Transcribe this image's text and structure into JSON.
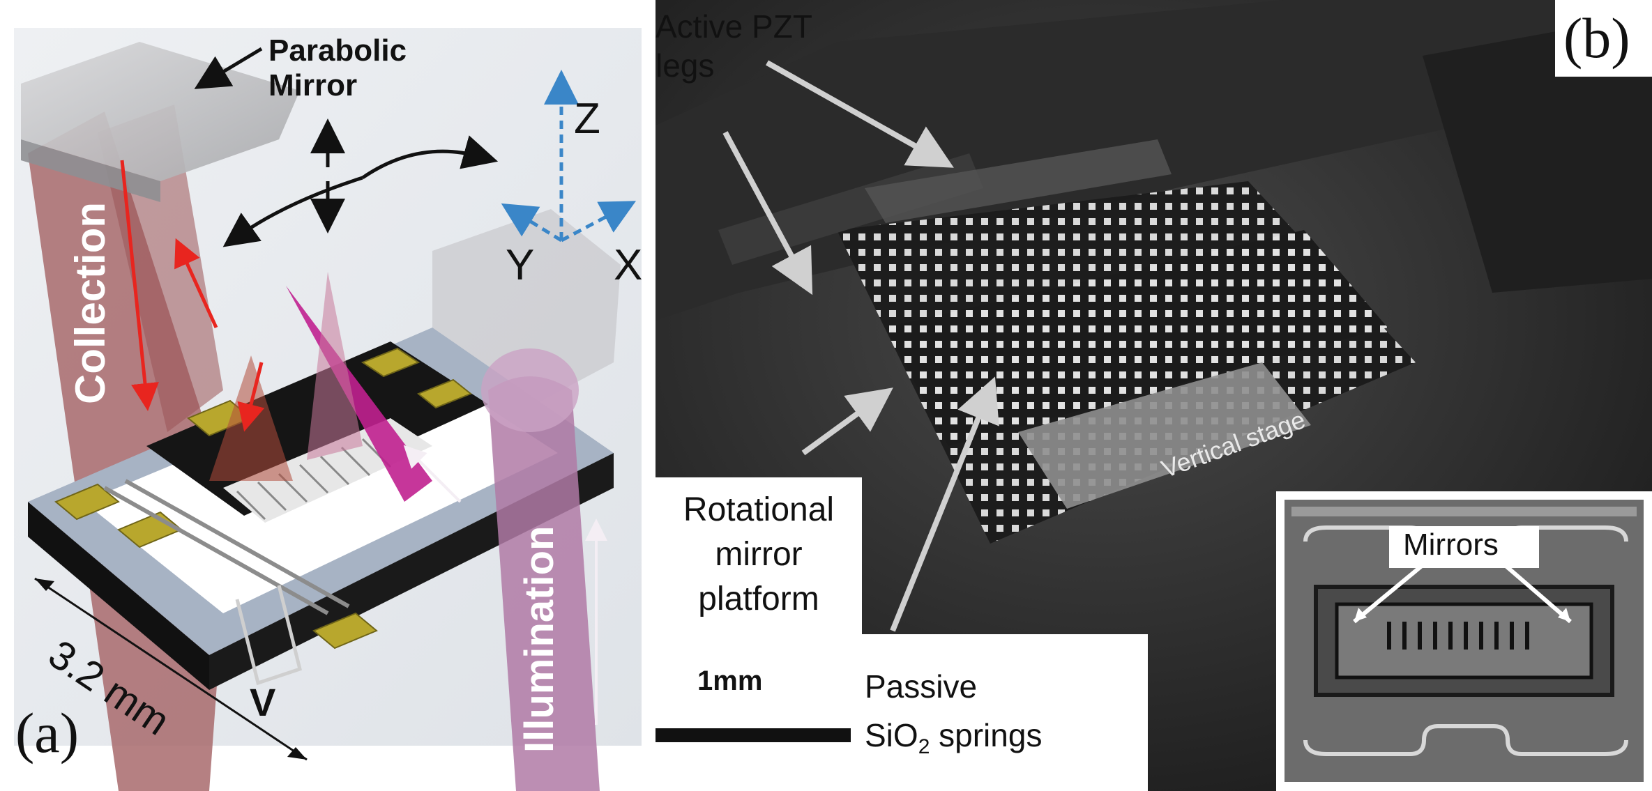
{
  "figure": {
    "panel_a": {
      "letter": "(a)",
      "parabolic_mirror_line1": "Parabolic",
      "parabolic_mirror_line2": "Mirror",
      "axis_z": "Z",
      "axis_y": "Y",
      "axis_x": "X",
      "collection": "Collection",
      "illumination": "Illumination",
      "dimension": "3.2 mm",
      "v_label": "V"
    },
    "panel_b": {
      "letter": "(b)",
      "active_pzt_line1": "Active PZT",
      "active_pzt_line2": "legs",
      "rotational_line1": "Rotational",
      "rotational_line2": "mirror",
      "rotational_line3": "platform",
      "scale_bar": "1mm",
      "passive_line1": "Passive",
      "passive_line2_prefix": "SiO",
      "passive_line2_sub": "2",
      "passive_line2_suffix": " springs",
      "vertical_stage": "Vertical stage",
      "mirrors": "Mirrors"
    }
  },
  "colors": {
    "collection_beam": "#a86a6c",
    "illumination_beam": "#b07aa6",
    "magenta_cone": "#c0208f",
    "arrow_red": "#e8251f",
    "axis_blue": "#3a86c8",
    "gold_pad": "#b8a72d"
  }
}
